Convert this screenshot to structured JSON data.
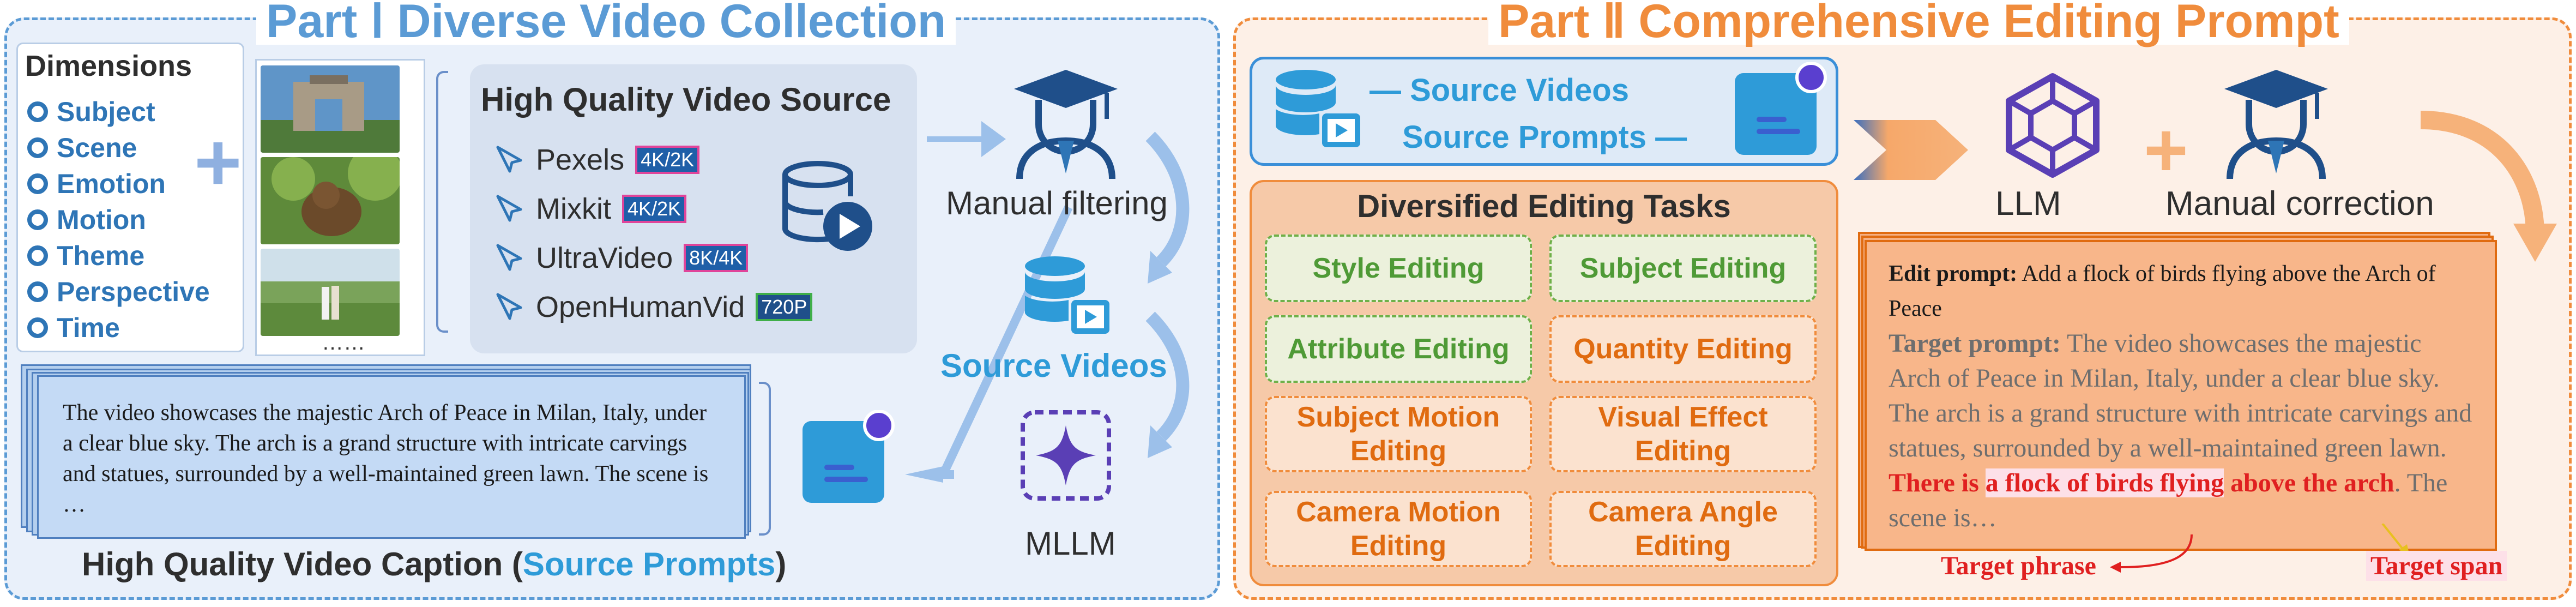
{
  "part1": {
    "title": "Part Ⅰ Diverse Video Collection",
    "dimensions": {
      "title": "Dimensions",
      "items": [
        "Subject",
        "Scene",
        "Emotion",
        "Motion",
        "Theme",
        "Perspective",
        "Time"
      ]
    },
    "thumbnails_more": "……",
    "hq_source": {
      "title": "High Quality Video Source",
      "sources": [
        {
          "name": "Pexels",
          "badge": "4K/2K"
        },
        {
          "name": "Mixkit",
          "badge": "4K/2K"
        },
        {
          "name": "UltraVideo",
          "badge": "8K/4K"
        },
        {
          "name": "OpenHumanVid",
          "badge": "720P"
        }
      ]
    },
    "manual_filtering": "Manual filtering",
    "source_videos": "Source Videos",
    "mllm": "MLLM",
    "caption_text": "The video showcases the majestic Arch of Peace in Milan, Italy, under a clear blue sky. The arch is a grand structure with intricate carvings and statues, surrounded by a well-maintained green lawn. The scene is …",
    "caption_title": "High Quality Video Caption (",
    "caption_title_highlight": "Source Prompts",
    "caption_title_end": ")"
  },
  "part2": {
    "title": "Part Ⅱ Comprehensive Editing Prompt",
    "source_videos": "— Source Videos",
    "source_prompts": "Source Prompts —",
    "tasks_title": "Diversified Editing Tasks",
    "tasks": [
      {
        "label": "Style Editing",
        "color": "green"
      },
      {
        "label": "Subject Editing",
        "color": "green"
      },
      {
        "label": "Attribute Editing",
        "color": "green"
      },
      {
        "label": "Quantity Editing",
        "color": "orange"
      },
      {
        "label": "Subject Motion Editing",
        "color": "orange"
      },
      {
        "label": "Visual Effect Editing",
        "color": "orange"
      },
      {
        "label": "Camera Motion Editing",
        "color": "orange"
      },
      {
        "label": "Camera Angle Editing",
        "color": "orange"
      }
    ],
    "llm": "LLM",
    "manual_correction": "Manual correction",
    "edit_prompt_label": "Edit prompt:",
    "edit_prompt_text": "Add a flock of birds flying above the Arch of Peace",
    "target_prompt_label": "Target prompt:",
    "target_prompt_text": "The video showcases the majestic Arch of Peace in Milan, Italy, under a clear blue sky. The arch is a grand structure with intricate carvings and statues, surrounded by a well-maintained green lawn.",
    "target_phrase_a": "There is",
    "target_span_a": "a flock of birds flying",
    "target_phrase_b": "above the arch",
    "target_prompt_end": ". The scene is…",
    "target_phrase_label": "Target phrase",
    "target_span_label": "Target span"
  },
  "colors": {
    "part1_accent": "#5b9bd5",
    "part2_accent": "#f08c3c",
    "source_blue": "#2e9bd8",
    "task_green": "#6fb049",
    "task_orange": "#e06b10",
    "highlight_red": "#e02020"
  },
  "icons": [
    "graduation-person-icon",
    "database-video-icon",
    "chat-bubble-icon",
    "sparkle-icon",
    "llm-cube-icon",
    "cursor-icon"
  ]
}
